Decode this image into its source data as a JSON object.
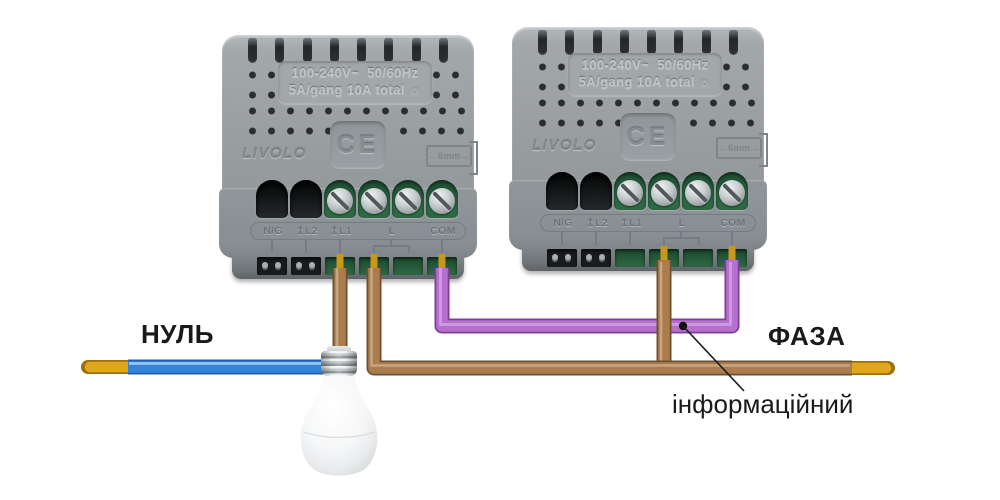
{
  "labels": {
    "neutral": "НУЛЬ",
    "phase": "ФАЗА",
    "signal_wire": "інформаційний"
  },
  "module": {
    "brand": "LIVOLO",
    "ce_mark": "CE",
    "ratings_line1": "100-240V~  50/60Hz",
    "ratings_line2": "5A/gang 10A total ☼",
    "gauge_label": "←6mm→",
    "terminals": [
      "N/G",
      "↥L2",
      "↥L1",
      "L",
      "COM"
    ]
  },
  "wires": {
    "neutral_color": "#3583d8",
    "phase_color": "#ab7c4e",
    "signal_color": "#b66fce",
    "bare_tip_color": "#e0a61e",
    "bare_stub_color": "#c9971a"
  }
}
